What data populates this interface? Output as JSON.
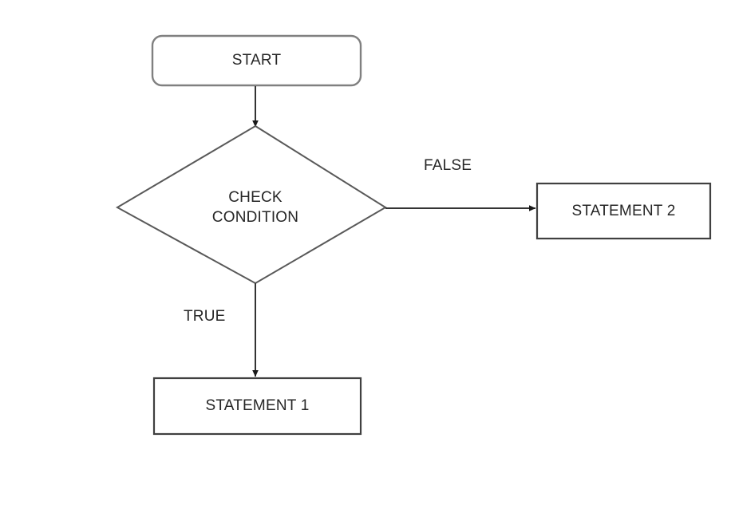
{
  "diagram": {
    "title": "if-else conditional flowchart",
    "background_color": "#ffffff"
  },
  "nodes": [
    {
      "id": "start",
      "shape": "terminal-rounded-rect",
      "label": "START",
      "border_color": "#808080",
      "fill_color": "#ffffff",
      "text_color": "#262626"
    },
    {
      "id": "check-condition",
      "shape": "decision-diamond",
      "label_line1": "CHECK",
      "label_line2": "CONDITION",
      "border_color": "#595959",
      "fill_color": "#ffffff",
      "text_color": "#262626"
    },
    {
      "id": "statement-1",
      "shape": "process-rect",
      "label": "STATEMENT 1",
      "border_color": "#404040",
      "fill_color": "#ffffff",
      "text_color": "#262626"
    },
    {
      "id": "statement-2",
      "shape": "process-rect",
      "label": "STATEMENT 2",
      "border_color": "#404040",
      "fill_color": "#ffffff",
      "text_color": "#262626"
    }
  ],
  "edges": [
    {
      "id": "start-to-decision",
      "from": "start",
      "to": "check-condition",
      "label": "",
      "direction": "down",
      "color": "#333333"
    },
    {
      "id": "decision-false-to-statement-2",
      "from": "check-condition",
      "to": "statement-2",
      "label": "FALSE",
      "direction": "right",
      "color": "#333333"
    },
    {
      "id": "decision-true-to-statement-1",
      "from": "check-condition",
      "to": "statement-1",
      "label": "TRUE",
      "direction": "down",
      "color": "#333333"
    }
  ],
  "labels": {
    "true": "TRUE",
    "false": "FALSE"
  }
}
